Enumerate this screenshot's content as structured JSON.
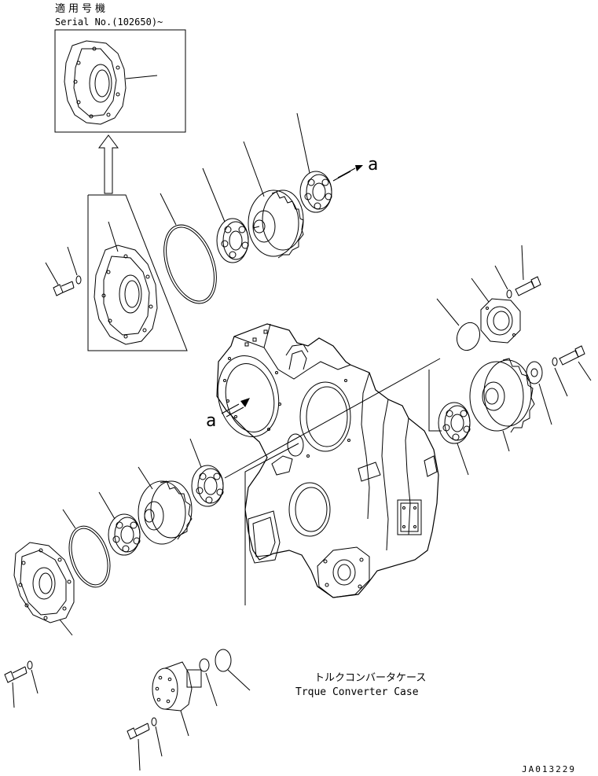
{
  "header": {
    "applicable_label": "適用号機",
    "serial_label": "Serial No.(102650)~"
  },
  "callouts": {
    "arrow_a_top": "a",
    "arrow_a_left": "a"
  },
  "case_label": {
    "japanese": "トルクコンバータケース",
    "english": "Trque Converter Case"
  },
  "figure_code": "JA013229",
  "colors": {
    "ink": "#000000",
    "paper": "#ffffff"
  }
}
